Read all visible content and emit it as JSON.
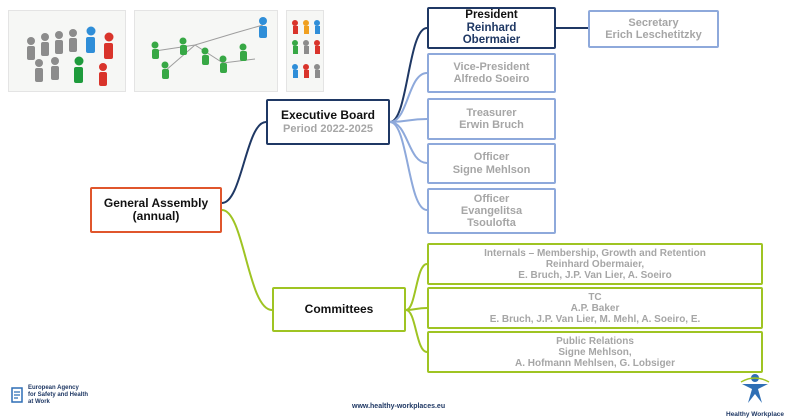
{
  "general_assembly": {
    "line1": "General Assembly",
    "line2": "(annual)"
  },
  "executive_board": {
    "title": "Executive Board",
    "period": "Period 2022-2025"
  },
  "board_members": [
    {
      "role": "President",
      "name_lines": [
        "Reinhard",
        "Obermaier"
      ]
    },
    {
      "role": "Vice-President",
      "name_lines": [
        "Alfredo Soeiro"
      ]
    },
    {
      "role": "Treasurer",
      "name_lines": [
        "Erwin Bruch"
      ]
    },
    {
      "role": "Officer",
      "name_lines": [
        "Signe Mehlson"
      ]
    },
    {
      "role": "Officer",
      "name_lines": [
        "Evangelitsa",
        "Tsoulofta"
      ]
    }
  ],
  "secretary": {
    "role": "Secretary",
    "name": "Erich Leschetitzky"
  },
  "committees": {
    "title": "Committees",
    "items": [
      {
        "lines": [
          "Internals – Membership, Growth and Retention",
          "Reinhard Obermaier,",
          "E. Bruch, J.P. Van Lier, A. Soeiro"
        ]
      },
      {
        "lines": [
          "TC",
          "A.P. Baker",
          "E. Bruch, J.P. Van Lier, M. Mehl, A. Soeiro, E."
        ]
      },
      {
        "lines": [
          "Public Relations",
          "Signe Mehlson,",
          "A. Hofmann Mehlsen, G. Lobsiger"
        ]
      }
    ]
  },
  "footer": {
    "url": "www.healthy-workplaces.eu",
    "agency_lines": [
      "European Agency",
      "for Safety and Health",
      "at Work"
    ],
    "campaign": "Healthy Workplace"
  },
  "colors": {
    "assembly_border": "#e0562c",
    "board_border": "#1f3864",
    "member_border": "#8ea9db",
    "committee_border": "#9fc423",
    "muted_text": "#a6a6a6"
  },
  "icons": [
    "org-chart-photo",
    "network-photo",
    "people-grid-photo",
    "eu-osha-logo",
    "healthy-workplaces-logo"
  ]
}
